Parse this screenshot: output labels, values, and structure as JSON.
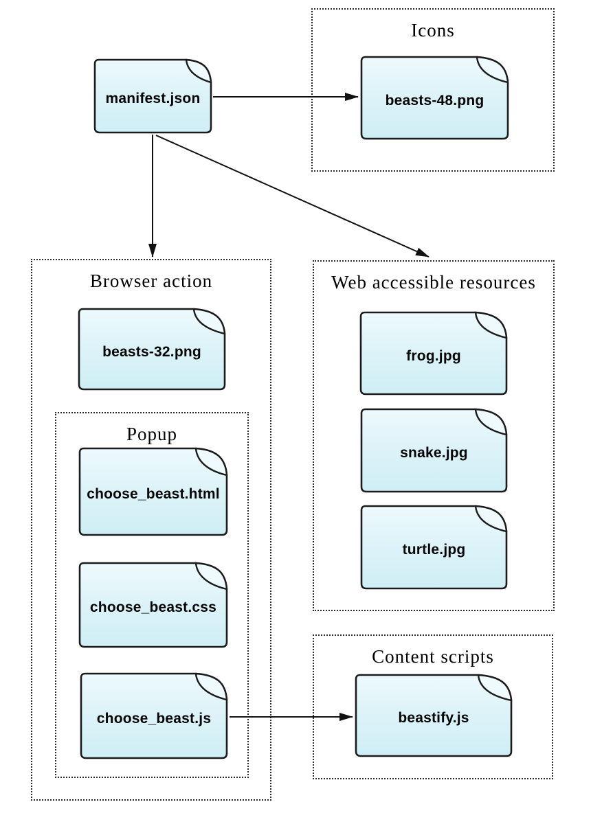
{
  "diagram": {
    "type": "webextension-file-structure",
    "groups": {
      "icons": {
        "label": "Icons"
      },
      "browser_action": {
        "label": "Browser action"
      },
      "popup": {
        "label": "Popup"
      },
      "web_accessible": {
        "label": "Web accessible resources"
      },
      "content_scripts": {
        "label": "Content scripts"
      }
    },
    "files": {
      "manifest": {
        "label": "manifest.json"
      },
      "beasts48": {
        "label": "beasts-48.png"
      },
      "beasts32": {
        "label": "beasts-32.png"
      },
      "choose_html": {
        "label": "choose_beast.html"
      },
      "choose_css": {
        "label": "choose_beast.css"
      },
      "choose_js": {
        "label": "choose_beast.js"
      },
      "frog": {
        "label": "frog.jpg"
      },
      "snake": {
        "label": "snake.jpg"
      },
      "turtle": {
        "label": "turtle.jpg"
      },
      "beastify": {
        "label": "beastify.js"
      }
    },
    "edges": [
      {
        "from": "manifest.json",
        "to": "beasts-48.png"
      },
      {
        "from": "manifest.json",
        "to": "Browser action"
      },
      {
        "from": "manifest.json",
        "to": "Web accessible resources"
      },
      {
        "from": "choose_beast.js",
        "to": "beastify.js"
      }
    ],
    "colors": {
      "file_fill_top": "#eefafd",
      "file_fill_mid": "#ddf3f8",
      "file_fill_bottom": "#cfeef6",
      "stroke": "#1b1b1b",
      "group_border": "#2b2b2b",
      "label_text": "#000000",
      "background": "#ffffff"
    }
  }
}
